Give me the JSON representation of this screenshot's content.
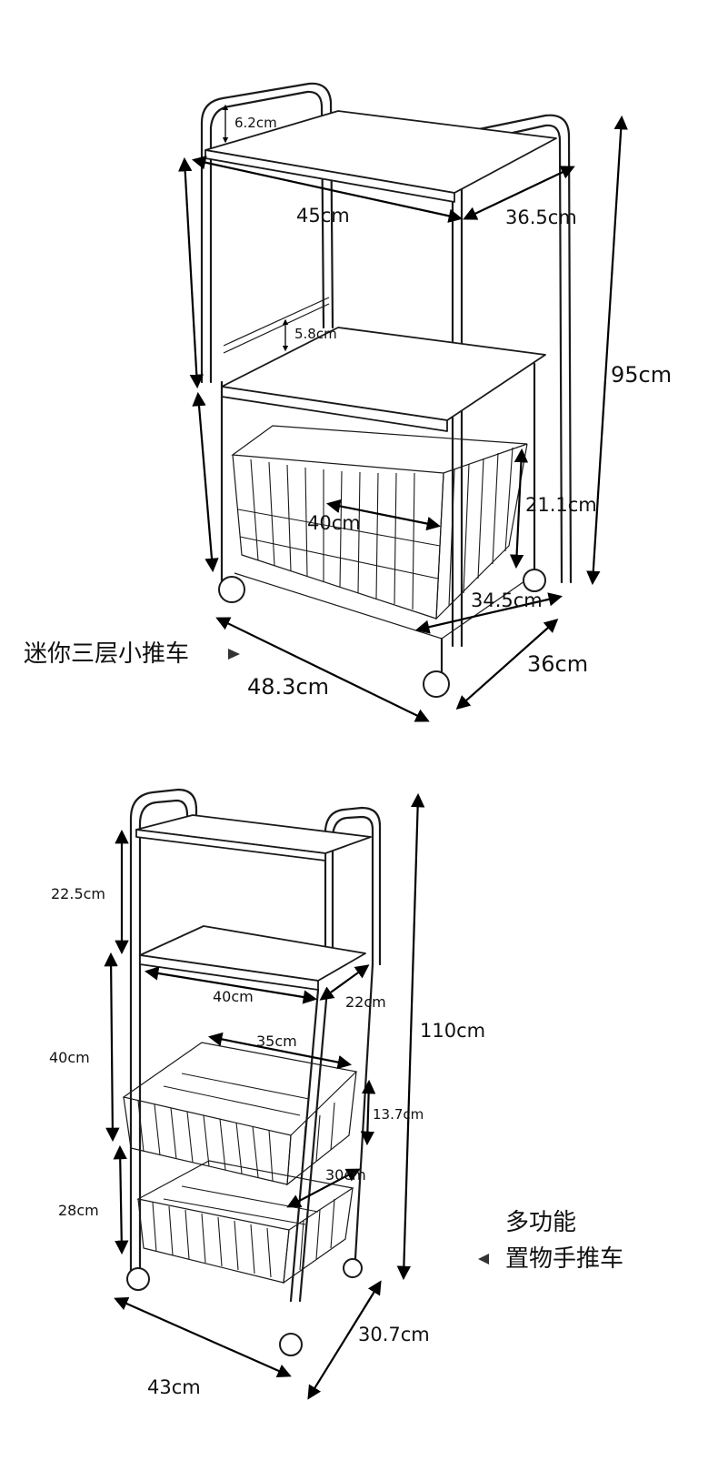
{
  "products": [
    {
      "name": "迷你三层小推车",
      "dimensions": {
        "top_rail_height": "6.2cm",
        "shelf_width": "45cm",
        "shelf_depth": "36.5cm",
        "middle_rail_height": "5.8cm",
        "total_height": "95cm",
        "basket_width": "40cm",
        "basket_height": "21.1cm",
        "basket_depth": "34.5cm",
        "overall_width": "48.3cm",
        "overall_depth": "36cm"
      }
    },
    {
      "name_line1": "多功能",
      "name_line2": "置物手推车",
      "dimensions": {
        "upper_spacing": "22.5cm",
        "shelf_width": "40cm",
        "shelf_depth": "22cm",
        "middle_spacing": "40cm",
        "total_height": "110cm",
        "basket_width": "35cm",
        "basket_height": "13.7cm",
        "basket_depth": "30cm",
        "lower_spacing": "28cm",
        "overall_width": "43cm",
        "overall_depth": "30.7cm"
      }
    }
  ],
  "icons": {
    "right_pointer": "triangle-right-icon",
    "left_pointer": "triangle-left-icon"
  }
}
